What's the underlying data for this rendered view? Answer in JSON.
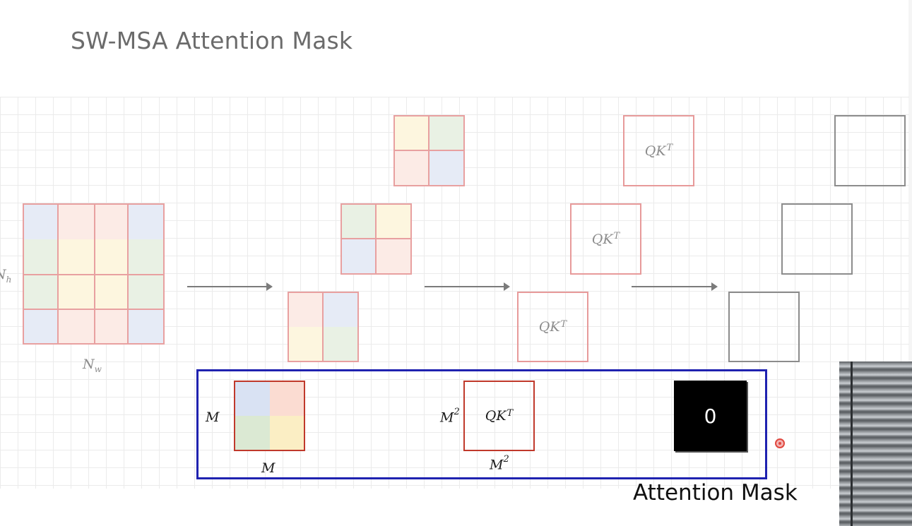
{
  "title": "SW-MSA Attention Mask",
  "labels": {
    "n_h": "N",
    "n_h_sub": "h",
    "n_w": "N",
    "n_w_sub": "w",
    "qk": "QK",
    "qk_sup": "T",
    "m": "M",
    "m_sq": "M",
    "m_sq_sup": "2",
    "mask_value": "0",
    "attention_mask": "Attention Mask"
  },
  "colors": {
    "window_blue": "#e6ebf6",
    "window_red": "#fcebe6",
    "window_green": "#e9f1e4",
    "window_yellow": "#fdf6df",
    "box_border": "#e8a0a0",
    "frame_blue": "#1f22b0",
    "mask_black": "#000000"
  }
}
